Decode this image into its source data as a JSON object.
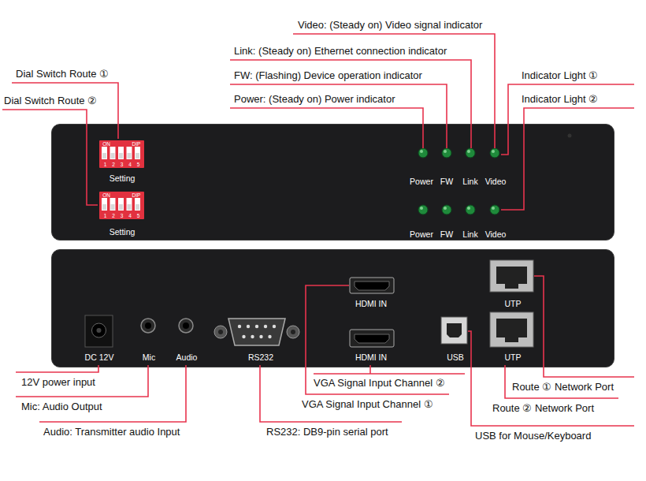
{
  "diagram": {
    "nodes": [
      {
        "text": [
          "Setting",
          "Setting",
          "Power",
          "FW",
          "Link",
          "Video",
          "Power",
          "FW",
          "Link",
          "Video"
        ]
      },
      {
        "text": [
          "ON",
          "DIP",
          "1",
          "2",
          "3",
          "4",
          "5"
        ],
        "in": 0
      },
      {
        "text": [
          "ON",
          "DIP",
          "1",
          "2",
          "3",
          "4",
          "5"
        ],
        "in": 0
      },
      {
        "text": [
          "HDMI IN",
          "HDMI IN",
          "UTP",
          "UTP",
          "DC 12V",
          "Mic",
          "Audio",
          "RS232",
          "USB"
        ]
      }
    ],
    "labels": [
      "Video: (Steady on) Video signal indicator",
      "Link: (Steady on) Ethernet connection indicator",
      "FW: (Flashing) Device operation indicator",
      "Indicator Light ①",
      "Dial Switch Route ①",
      "Power: (Steady on) Power indicator",
      "Indicator Light ②",
      "Dial Switch Route ②",
      "12V power input",
      "VGA Signal Input Channel ②",
      "Route ① Network Port",
      "Mic: Audio Output",
      "VGA Signal Input Channel ①",
      "Route ② Network Port",
      "Audio: Transmitter audio Input",
      "RS232: DB9-pin serial port",
      "USB for Mouse/Keyboard"
    ]
  }
}
